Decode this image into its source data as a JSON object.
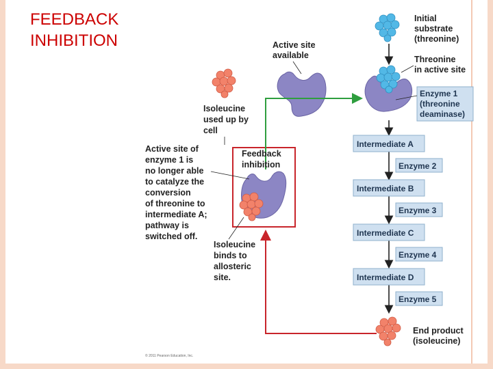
{
  "title": [
    "FEEDBACK",
    "INHIBITION"
  ],
  "labels": {
    "initial_substrate": [
      "Initial",
      "substrate",
      "(threonine)"
    ],
    "active_site_available": [
      "Active site",
      "available"
    ],
    "threonine_active_site": [
      "Threonine",
      "in active site"
    ],
    "enzyme1": [
      "Enzyme 1",
      "(threonine",
      "deaminase)"
    ],
    "isoleucine_used": [
      "Isoleucine",
      "used up by",
      "cell"
    ],
    "feedback_inhibition": [
      "Feedback",
      "inhibition"
    ],
    "active_site_no_longer": [
      "Active site of",
      "enzyme 1 is",
      "no longer able",
      "to catalyze the",
      "conversion",
      "of threonine to",
      "intermediate A;",
      "pathway is",
      "switched off."
    ],
    "isoleucine_binds": [
      "Isoleucine",
      "binds to",
      "allosteric",
      "site."
    ],
    "end_product": [
      "End product",
      "(isoleucine)"
    ],
    "copyright": "© 2011 Pearson Education, Inc."
  },
  "intermediates": [
    "Intermediate A",
    "Intermediate B",
    "Intermediate C",
    "Intermediate D"
  ],
  "enzymes": [
    "Enzyme 2",
    "Enzyme 3",
    "Enzyme 4",
    "Enzyme 5"
  ],
  "colors": {
    "title": "#cc0000",
    "box_fill": "#cfe0f0",
    "box_stroke": "#8fb0cc",
    "enzyme": "#8c86c4",
    "substrate": "#52b8e6",
    "isoleucine": "#f2826a",
    "green_arrow": "#2e9e3e",
    "red_arrow": "#c8242a"
  }
}
